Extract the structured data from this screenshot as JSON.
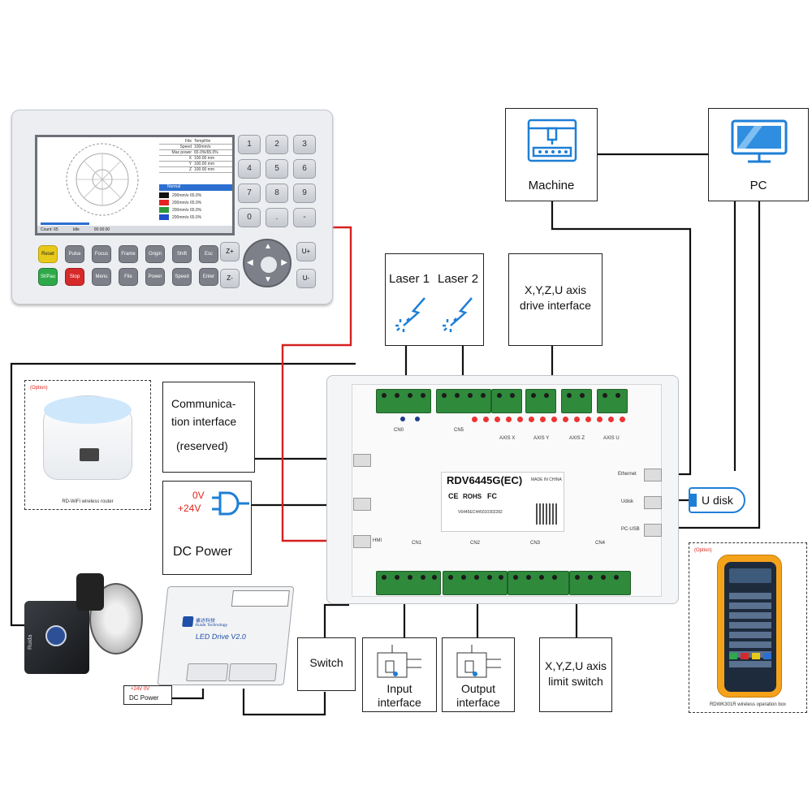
{
  "blocks": {
    "machine": "Machine",
    "pc": "PC",
    "laser1": "Laser 1",
    "laser2": "Laser 2",
    "drive_line1": "X,Y,Z,U axis",
    "drive_line2": "drive interface",
    "comm_line1": "Communica-",
    "comm_line2": "tion interface",
    "comm_line3": "(reserved)",
    "v0": "0V",
    "v24": "+24V",
    "dc_power": "DC Power",
    "udisk": "U disk",
    "switch": "Switch",
    "input_line1": "Input",
    "input_line2": "interface",
    "output_line1": "Output",
    "output_line2": "interface",
    "limit_line1": "X,Y,Z,U axis",
    "limit_line2": "limit switch"
  },
  "board": {
    "model": "RDV6445G(EC)",
    "made_in": "MADE IN CHINA",
    "serial": "V6445EC445010302282",
    "ce": "CE",
    "rohs": "ROHS",
    "fc": "FC",
    "port_ethernet": "Ethernet",
    "port_udisk": "Udisk",
    "port_pcusb": "PC-USB",
    "port_hmi": "HMI",
    "cn_top": [
      "CN0",
      "CN5"
    ],
    "axes_top": [
      "AXIS X",
      "AXIS Y",
      "AXIS Z",
      "AXIS U"
    ],
    "cn_bottom": [
      "CN1",
      "CN2",
      "CN3",
      "CN4"
    ]
  },
  "panel": {
    "screen_info": [
      [
        "File",
        "TempFile"
      ],
      [
        "Speed",
        "100mm/s"
      ],
      [
        "Max power",
        "65.0%/65.0%"
      ],
      [
        "X",
        "100.00 mm"
      ],
      [
        "Y",
        "100.00 mm"
      ],
      [
        "Z",
        "100.00 mm"
      ]
    ],
    "layer_header": "Normal",
    "layers": [
      "200mm/s 65.0%",
      "200mm/s 65.0%",
      "200mm/s 65.0%",
      "200mm/s 65.0%"
    ],
    "status_count": "Count: 65",
    "status_idle": "Idle",
    "status_time": "00:00:00",
    "keys_row1": [
      "Reset",
      "Pulse",
      "Focus",
      "Frame",
      "Origin",
      "Shift",
      "Esc"
    ],
    "keys_row2": [
      "St/Pau",
      "Stop",
      "Menu",
      "File",
      "Power",
      "Speed",
      "Enter"
    ],
    "numpad": [
      "1",
      "2",
      "3",
      "4",
      "5",
      "6",
      "7",
      "8",
      "9",
      "0",
      ".",
      "-"
    ],
    "axis_keys": [
      "Z+",
      "U+",
      "Z-",
      "U-"
    ]
  },
  "router": {
    "option": "(Option)",
    "caption": "RD-WiFi wireless router"
  },
  "handheld": {
    "option": "(Option)",
    "caption": "RDWK301R wireless operation box"
  },
  "led_drive": {
    "brand_cn": "睿达科技",
    "brand_en": "Ruida Technology",
    "title": "LED Drive  V2.0",
    "power_line1": "+24V 0V",
    "power_line2": "DC Power"
  },
  "rotary": {
    "brand": "Ruida"
  },
  "colors": {
    "hmi_wire": "#d62020",
    "wire": "#111111",
    "terminal": "#2f8a3c",
    "panel_body": "#e9ebee",
    "screen_blue": "#2c6fd0",
    "handheld_orange": "#f5a21b",
    "laser_blue": "#1e7fd6"
  },
  "icons": [
    "machine-icon",
    "pc-monitor-icon",
    "laser-beam-icon",
    "dc-plug-icon",
    "usb-stick-icon",
    "relay-circuit-icon"
  ]
}
